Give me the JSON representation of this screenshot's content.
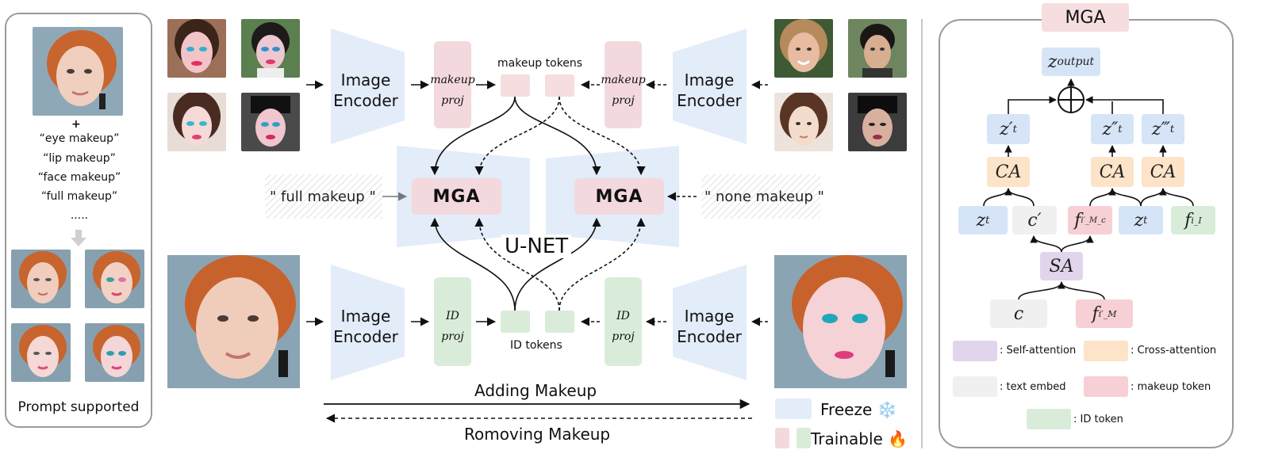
{
  "left_panel": {
    "prompts": [
      "“eye makeup”",
      "“lip makeup”",
      "“face makeup”",
      "“full makeup”",
      "....."
    ],
    "plus": "+",
    "caption": "Prompt supported"
  },
  "pipeline": {
    "encoder_label_line1": "Image",
    "encoder_label_line2": "Encoder",
    "makeup_proj_line1": "makeup",
    "makeup_proj_line2": "proj",
    "id_proj_line1": "ID",
    "id_proj_line2": "proj",
    "makeup_tokens_label": "makeup tokens",
    "id_tokens_label": "ID tokens",
    "mga_label": "MGA",
    "unet_label": "U-NET",
    "full_makeup_prompt": "\" full makeup \"",
    "none_makeup_prompt": "\" none makeup \"",
    "adding_label": "Adding Makeup",
    "removing_label": "Romoving Makeup"
  },
  "legend_main": {
    "freeze_label": "Freeze",
    "freeze_emoji": "❄️",
    "trainable_label": "Trainable",
    "trainable_emoji": "🔥"
  },
  "mga_panel": {
    "title": "MGA",
    "output": "z",
    "output_sub": "output",
    "zt_prime": "z′",
    "zt_dprime": "z″",
    "zt_tprime": "z‴",
    "t_sub": "t",
    "ca": "CA",
    "sa": "SA",
    "zt": "z",
    "c_prime": "c′",
    "c": "c",
    "f_mc": "f",
    "f_mc_sub": "i′_M_c",
    "f_i": "f",
    "f_i_sub": "i_I",
    "f_m": "f",
    "f_m_sub": "i′_M",
    "legend": {
      "self_attention": ": Self-attention",
      "cross_attention": ": Cross-attention",
      "text_embed": ": text embed",
      "makeup_token": ": makeup token",
      "id_token": ": ID token"
    }
  },
  "colors": {
    "freeze_blue": "#e3ecf9",
    "trainable_pink": "#f3d9dd",
    "trainable_green": "#d9ecd9",
    "ca_orange": "#fde3c8",
    "sa_purple": "#e1d5ec",
    "text_gray": "#f0f0f0",
    "node_blue": "#d6e4f7"
  }
}
